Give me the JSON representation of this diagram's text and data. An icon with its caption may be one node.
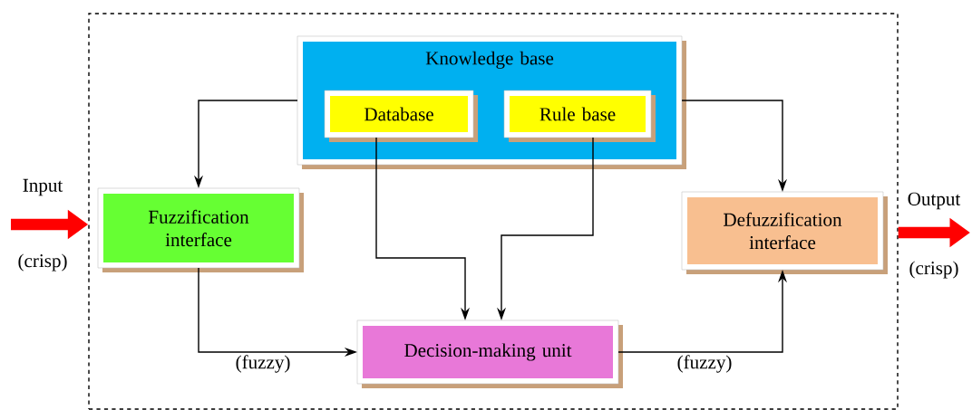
{
  "diagram": {
    "nodes": [
      {
        "text": [],
        "shape": "box"
      },
      {
        "text": [
          "Knowledge base"
        ],
        "in": 0
      },
      {
        "text": [
          "Database"
        ],
        "in": 1
      },
      {
        "text": [
          "Rule base"
        ],
        "in": 1
      },
      {
        "text": [
          "Fuzzification interface"
        ],
        "in": 0
      },
      {
        "text": [
          "Defuzzification interface"
        ],
        "in": 0
      },
      {
        "text": [
          "Decision-making unit"
        ],
        "in": 0
      }
    ],
    "edges": [
      {
        "from": 1,
        "to": 4,
        "arrow": "to"
      },
      {
        "from": 1,
        "to": 5,
        "arrow": "to"
      },
      {
        "from": 2,
        "to": 6,
        "arrow": "to"
      },
      {
        "from": 3,
        "to": 6,
        "arrow": "to"
      },
      {
        "from": 4,
        "to": 6,
        "arrow": "to",
        "label": "(fuzzy)"
      },
      {
        "from": 6,
        "to": 5,
        "arrow": "to",
        "label": "(fuzzy)"
      },
      {
        "from": null,
        "to": 0,
        "arrow": "to",
        "style": "thick",
        "color": "#ff0000"
      },
      {
        "from": 0,
        "to": null,
        "arrow": "to",
        "style": "thick",
        "color": "#ff0000"
      }
    ],
    "labels": [
      "Input",
      "(crisp)",
      "Output",
      "(crisp)"
    ]
  }
}
